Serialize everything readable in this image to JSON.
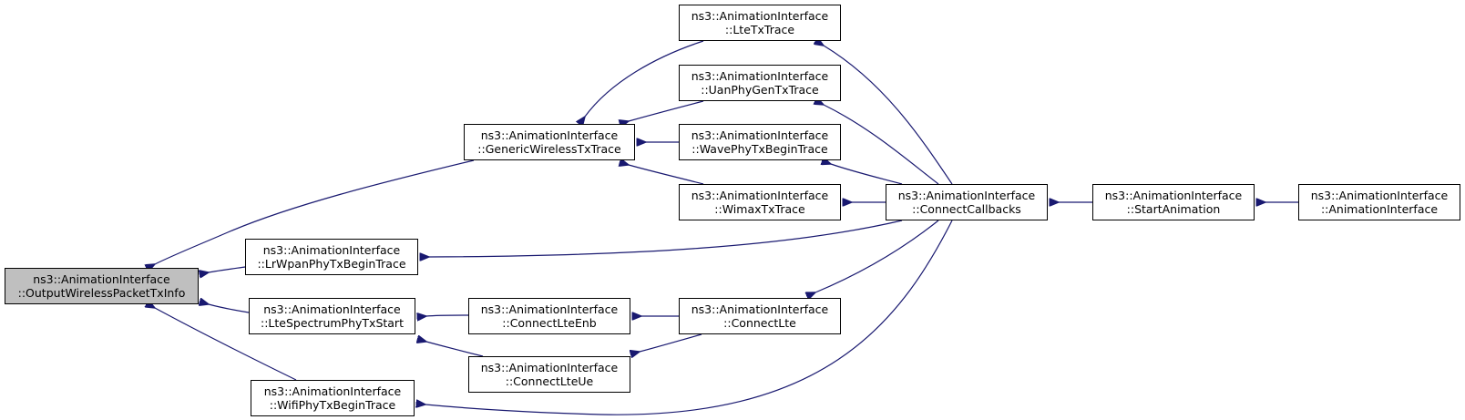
{
  "colors": {
    "edge": "#191970",
    "border": "#000000",
    "root_fill": "#bfbfbf",
    "node_fill": "#ffffff"
  },
  "nodes": {
    "output_wireless": {
      "line1": "ns3::AnimationInterface",
      "line2": "::OutputWirelessPacketTxInfo"
    },
    "generic_wireless": {
      "line1": "ns3::AnimationInterface",
      "line2": "::GenericWirelessTxTrace"
    },
    "lrwpan": {
      "line1": "ns3::AnimationInterface",
      "line2": "::LrWpanPhyTxBeginTrace"
    },
    "lte_spectrum": {
      "line1": "ns3::AnimationInterface",
      "line2": "::LteSpectrumPhyTxStart"
    },
    "wifi_phy": {
      "line1": "ns3::AnimationInterface",
      "line2": "::WifiPhyTxBeginTrace"
    },
    "lte_tx": {
      "line1": "ns3::AnimationInterface",
      "line2": "::LteTxTrace"
    },
    "uan_phy": {
      "line1": "ns3::AnimationInterface",
      "line2": "::UanPhyGenTxTrace"
    },
    "wave_phy": {
      "line1": "ns3::AnimationInterface",
      "line2": "::WavePhyTxBeginTrace"
    },
    "wimax_tx": {
      "line1": "ns3::AnimationInterface",
      "line2": "::WimaxTxTrace"
    },
    "connect_lte_enb": {
      "line1": "ns3::AnimationInterface",
      "line2": "::ConnectLteEnb"
    },
    "connect_lte_ue": {
      "line1": "ns3::AnimationInterface",
      "line2": "::ConnectLteUe"
    },
    "connect_lte": {
      "line1": "ns3::AnimationInterface",
      "line2": "::ConnectLte"
    },
    "connect_callbacks": {
      "line1": "ns3::AnimationInterface",
      "line2": "::ConnectCallbacks"
    },
    "start_animation": {
      "line1": "ns3::AnimationInterface",
      "line2": "::StartAnimation"
    },
    "animation_interface": {
      "line1": "ns3::AnimationInterface",
      "line2": "::AnimationInterface"
    }
  },
  "edges": [
    {
      "from": "generic_wireless",
      "to": "output_wireless"
    },
    {
      "from": "lrwpan",
      "to": "output_wireless"
    },
    {
      "from": "lte_spectrum",
      "to": "output_wireless"
    },
    {
      "from": "wifi_phy",
      "to": "output_wireless"
    },
    {
      "from": "lte_tx",
      "to": "generic_wireless"
    },
    {
      "from": "uan_phy",
      "to": "generic_wireless"
    },
    {
      "from": "wave_phy",
      "to": "generic_wireless"
    },
    {
      "from": "wimax_tx",
      "to": "generic_wireless"
    },
    {
      "from": "connect_callbacks",
      "to": "lrwpan"
    },
    {
      "from": "connect_lte_enb",
      "to": "lte_spectrum"
    },
    {
      "from": "connect_lte_ue",
      "to": "lte_spectrum"
    },
    {
      "from": "connect_callbacks",
      "to": "wifi_phy"
    },
    {
      "from": "connect_callbacks",
      "to": "lte_tx"
    },
    {
      "from": "connect_callbacks",
      "to": "uan_phy"
    },
    {
      "from": "connect_callbacks",
      "to": "wave_phy"
    },
    {
      "from": "connect_callbacks",
      "to": "wimax_tx"
    },
    {
      "from": "connect_lte",
      "to": "connect_lte_enb"
    },
    {
      "from": "connect_lte",
      "to": "connect_lte_ue"
    },
    {
      "from": "connect_callbacks",
      "to": "connect_lte"
    },
    {
      "from": "start_animation",
      "to": "connect_callbacks"
    },
    {
      "from": "animation_interface",
      "to": "start_animation"
    }
  ]
}
